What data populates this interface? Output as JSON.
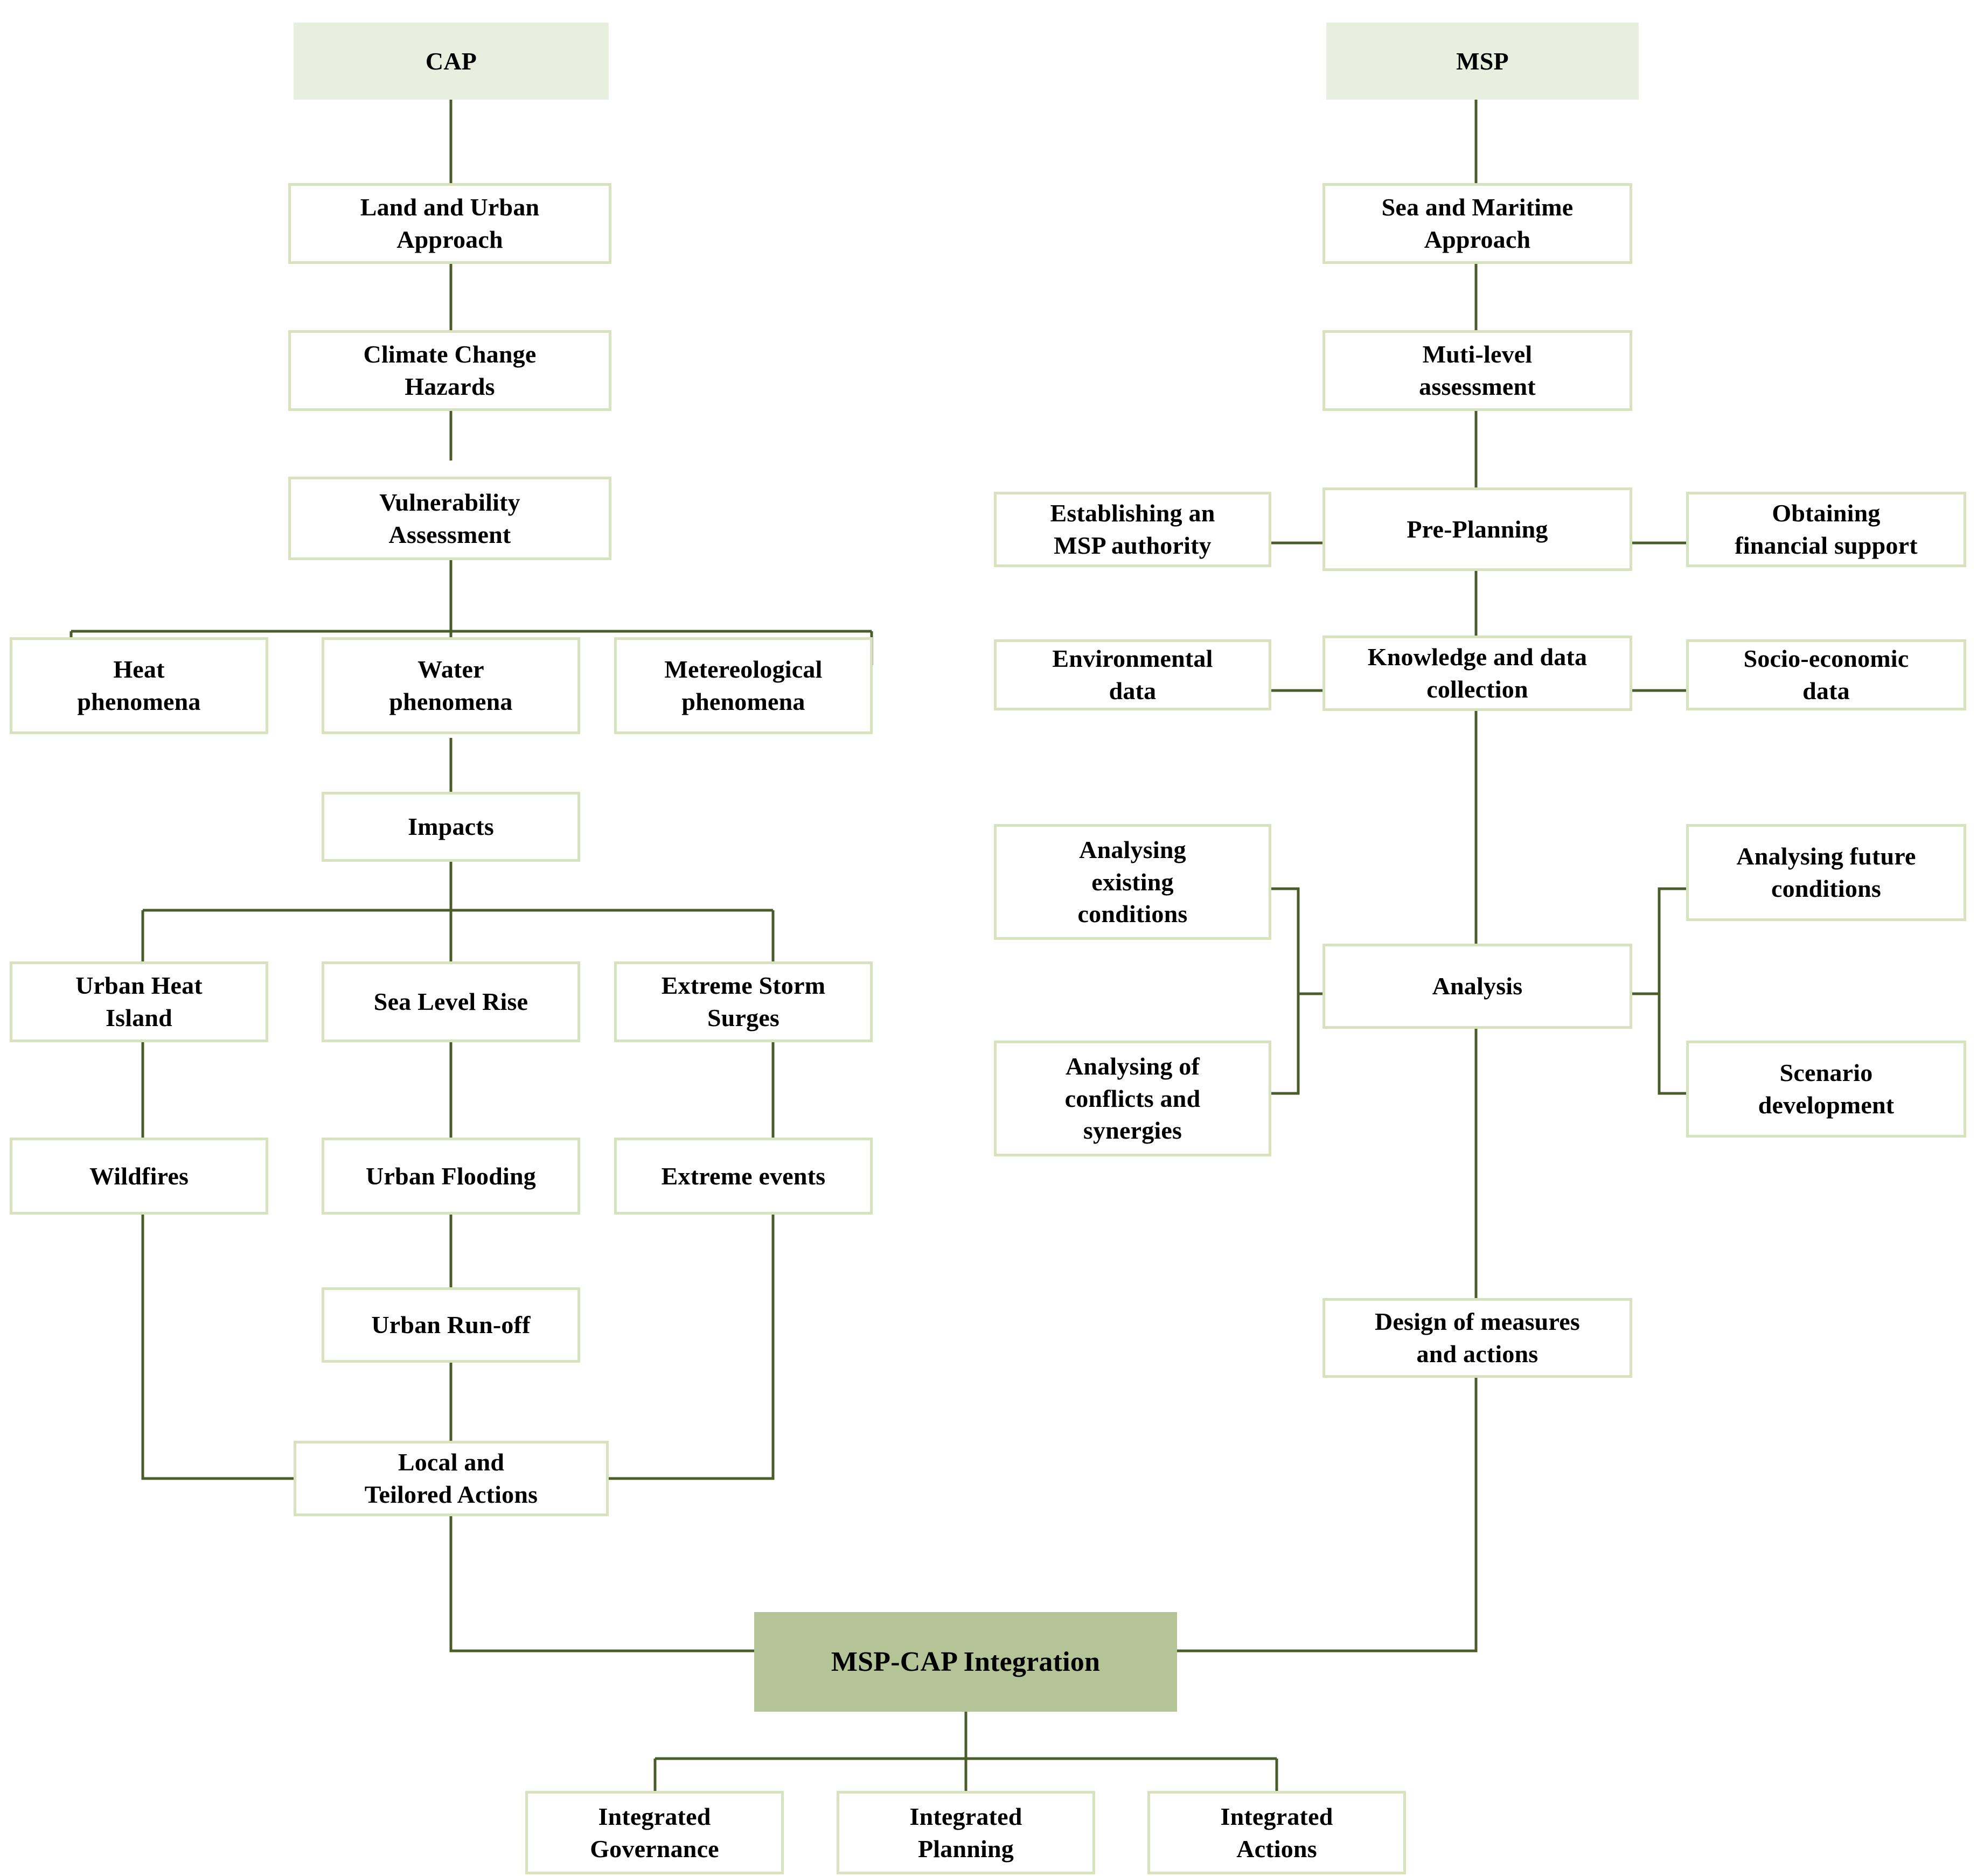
{
  "diagram": {
    "title_left": "CAP",
    "title_right": "MSP",
    "colors": {
      "header_fill": "#e8efdf",
      "node_border": "#d6e3bd",
      "node_fill": "#ffffff",
      "integration_fill": "#b5c496",
      "connector": "#4a5c2a",
      "text": "#000000"
    }
  },
  "cap_branch": {
    "header": "CAP",
    "nodes": {
      "approach": "Land and Urban\nApproach",
      "hazards": "Climate Change\nHazards",
      "vulnerability": "Vulnerability\nAssessment",
      "heat_phenomena": "Heat\nphenomena",
      "water_phenomena": "Water\nphenomena",
      "meteorological_phenomena": "Metereological\nphenomena",
      "impacts": "Impacts",
      "urban_heat_island": "Urban Heat\nIsland",
      "sea_level_rise": "Sea Level Rise",
      "extreme_storm_surges": "Extreme Storm\nSurges",
      "wildfires": "Wildfires",
      "urban_flooding": "Urban Flooding",
      "extreme_events": "Extreme events",
      "urban_runoff": "Urban Run-off",
      "local_actions": "Local and\nTeilored Actions"
    }
  },
  "msp_branch": {
    "header": "MSP",
    "nodes": {
      "approach": "Sea and Maritime\nApproach",
      "multi_level": "Muti-level\nassessment",
      "pre_planning": "Pre-Planning",
      "establishing_authority": "Establishing an\nMSP authority",
      "financial_support": "Obtaining\nfinancial support",
      "knowledge_collection": "Knowledge and data\ncollection",
      "environmental_data": "Environmental\ndata",
      "socio_economic_data": "Socio-economic\ndata",
      "analysis": "Analysis",
      "analysing_existing": "Analysing\nexisting\nconditions",
      "analysing_conflicts": "Analysing of\nconflicts and\nsynergies",
      "analysing_future": "Analysing future\nconditions",
      "scenario_development": "Scenario\ndevelopment",
      "design_measures": "Design of measures\nand actions"
    }
  },
  "integration": {
    "title": "MSP-CAP Integration",
    "outcomes": {
      "governance": "Integrated\nGovernance",
      "planning": "Integrated\nPlanning",
      "actions": "Integrated\nActions"
    }
  }
}
